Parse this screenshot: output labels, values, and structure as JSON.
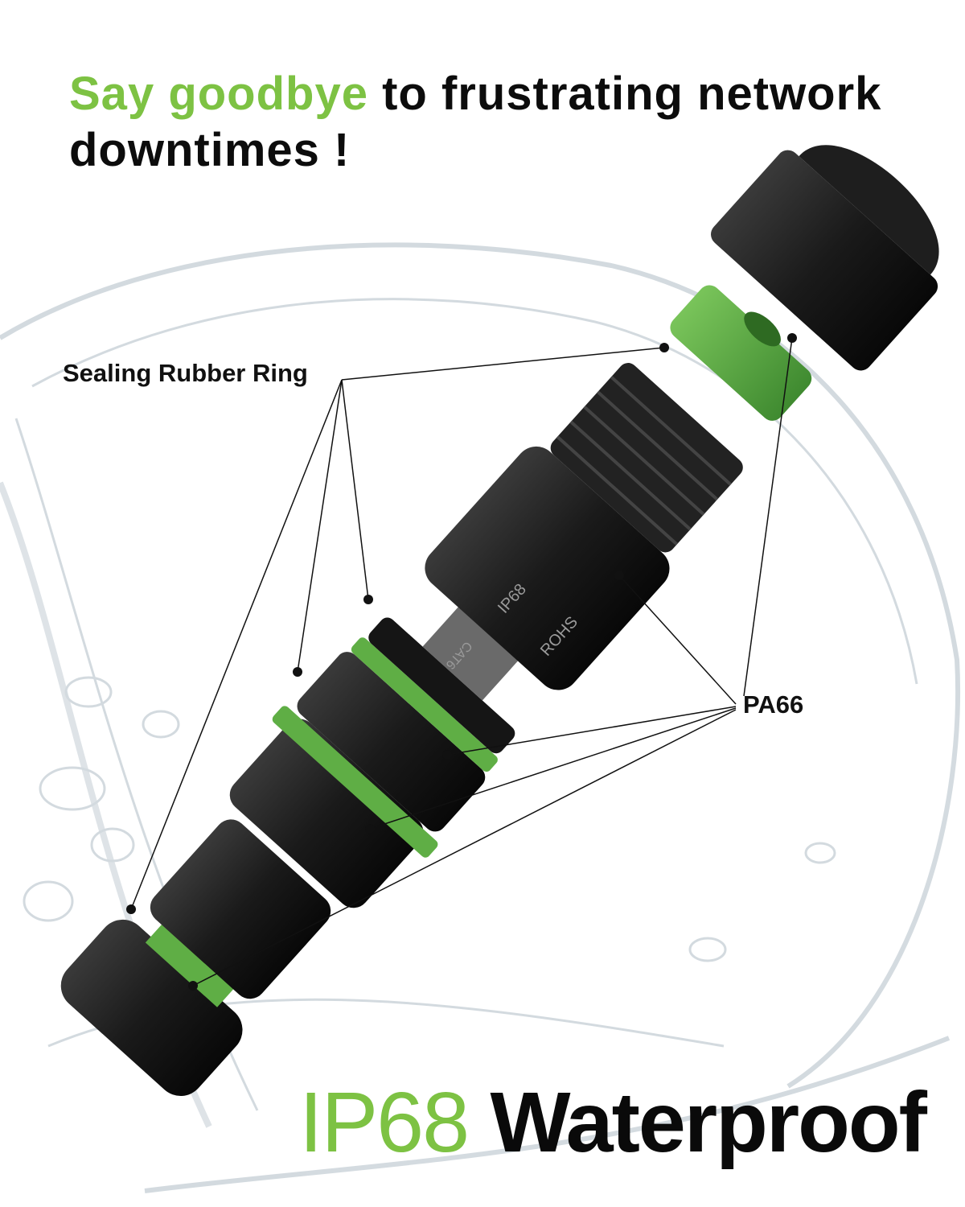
{
  "headline": {
    "highlight": "Say goodbye",
    "rest": " to frustrating network downtimes !"
  },
  "callouts": {
    "sealing_ring": "Sealing Rubber Ring",
    "pa66": "PA66"
  },
  "footer": {
    "rating": "IP68",
    "feature": " Waterproof"
  },
  "product_markings": {
    "ip": "IP68",
    "rohs": "ROHS",
    "cat": "CAT6"
  },
  "colors": {
    "accent_green": "#7dc243",
    "rubber_green": "#5fae45",
    "plastic_black": "#1c1c1c",
    "text": "#0c0c0c"
  }
}
